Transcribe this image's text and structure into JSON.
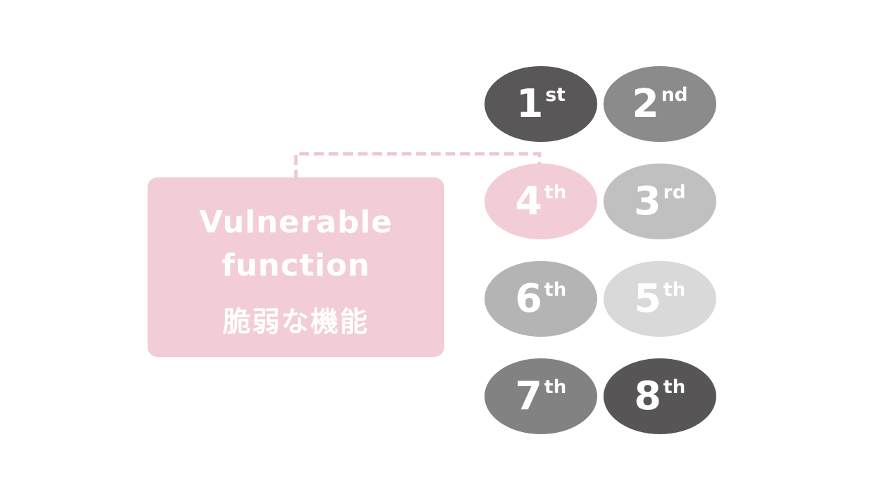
{
  "box": {
    "title_en_line1": "Vulnerable",
    "title_en_line2": "function",
    "title_ja": "脆弱な機能",
    "bg_color": "#f2cdd5",
    "text_color": "#ffffff"
  },
  "connector": {
    "style": "dashed",
    "color": "#edc7d1"
  },
  "ellipses": [
    {
      "label": "1st",
      "number": "1",
      "suffix": "st",
      "color": "#595757"
    },
    {
      "label": "2nd",
      "number": "2",
      "suffix": "nd",
      "color": "#8b8b8b"
    },
    {
      "label": "4th",
      "number": "4",
      "suffix": "th",
      "color": "#f2cdd5"
    },
    {
      "label": "3rd",
      "number": "3",
      "suffix": "rd",
      "color": "#c0c0c0"
    },
    {
      "label": "6th",
      "number": "6",
      "suffix": "th",
      "color": "#b4b4b4"
    },
    {
      "label": "5th",
      "number": "5",
      "suffix": "th",
      "color": "#d9d9d9"
    },
    {
      "label": "7th",
      "number": "7",
      "suffix": "th",
      "color": "#828282"
    },
    {
      "label": "8th",
      "number": "8",
      "suffix": "th",
      "color": "#575555"
    }
  ],
  "text_color": "#ffffff"
}
